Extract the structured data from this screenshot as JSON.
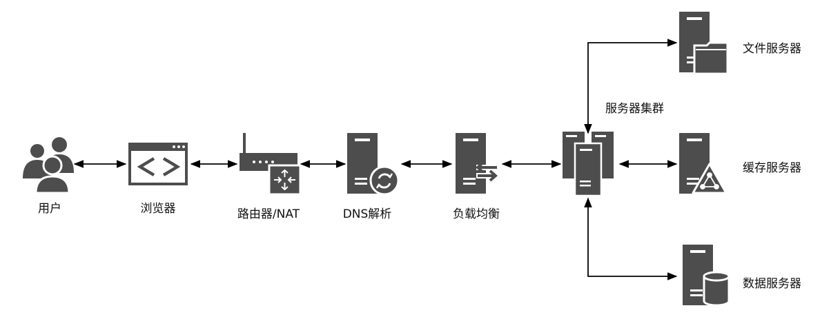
{
  "nodes": {
    "user": {
      "label": "用户",
      "icon": "users-icon"
    },
    "browser": {
      "label": "浏览器",
      "icon": "browser-code-icon"
    },
    "router": {
      "label": "路由器/NAT",
      "icon": "router-icon"
    },
    "dns": {
      "label": "DNS解析",
      "icon": "dns-server-icon"
    },
    "lb": {
      "label": "负载均衡",
      "icon": "load-balancer-icon"
    },
    "cluster": {
      "label": "服务器集群",
      "icon": "server-cluster-icon"
    },
    "file": {
      "label": "文件服务器",
      "icon": "file-server-icon"
    },
    "cache": {
      "label": "缓存服务器",
      "icon": "cache-server-icon"
    },
    "data": {
      "label": "数据服务器",
      "icon": "database-server-icon"
    }
  },
  "colors": {
    "icon": "#4d4d4d",
    "line": "#000000",
    "text": "#111111"
  }
}
